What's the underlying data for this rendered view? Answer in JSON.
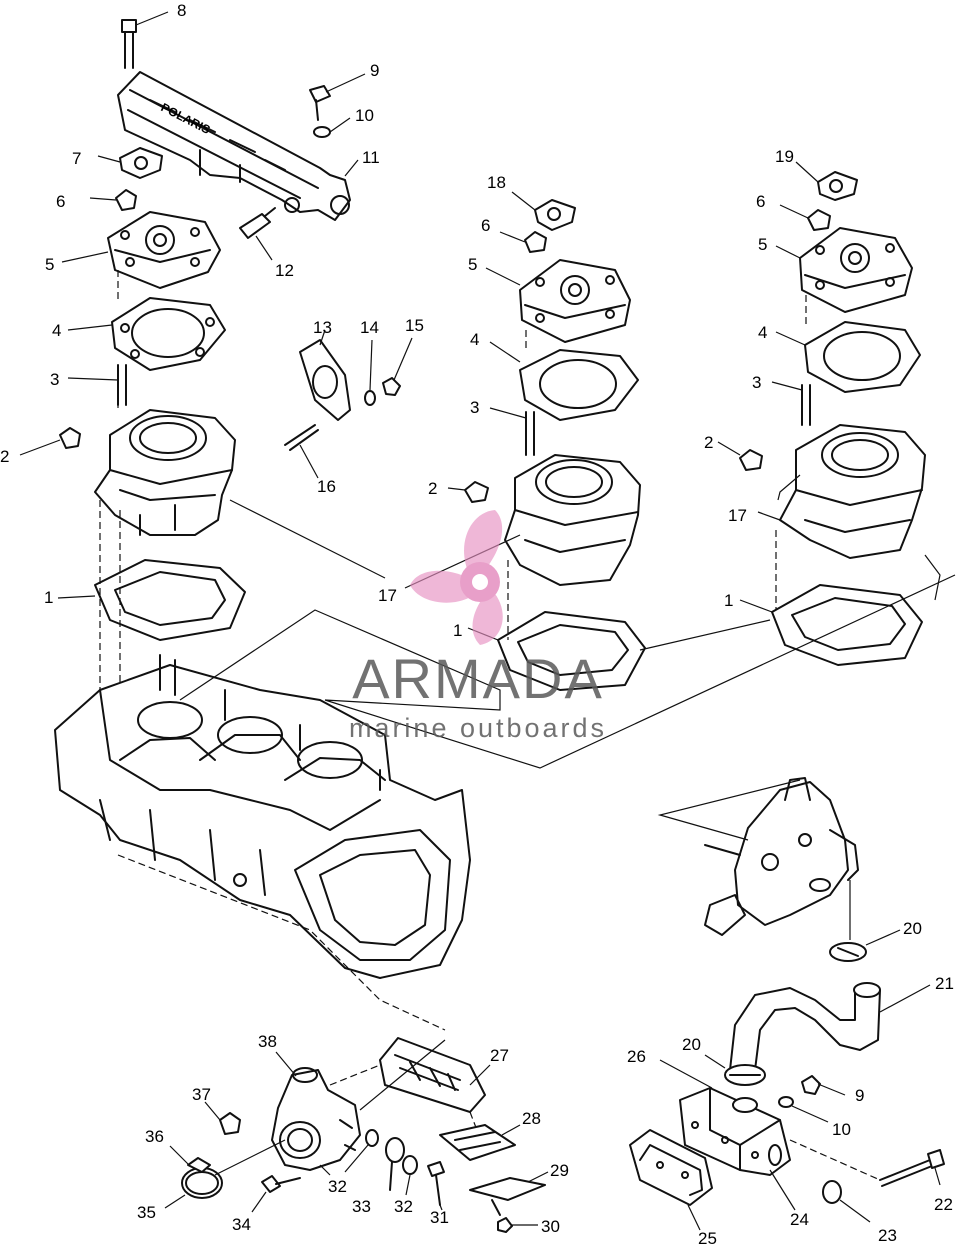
{
  "callouts": [
    "8",
    "9",
    "10",
    "7",
    "11",
    "6",
    "5",
    "12",
    "4",
    "13",
    "14",
    "15",
    "3",
    "2",
    "16",
    "1",
    "18",
    "6",
    "5",
    "4",
    "3",
    "2",
    "17",
    "1",
    "19",
    "6",
    "5",
    "4",
    "3",
    "2",
    "17",
    "1",
    "17",
    "20",
    "21",
    "26",
    "20",
    "9",
    "10",
    "38",
    "27",
    "37",
    "28",
    "36",
    "32",
    "33",
    "32",
    "29",
    "35",
    "34",
    "31",
    "30",
    "25",
    "24",
    "23",
    "22"
  ],
  "watermark": {
    "brand": "ARMADA",
    "tagline": "marine outboards"
  },
  "colors": {
    "line": "#111111",
    "watermark_logo": "#e58fc0",
    "watermark_text": "#5a5a5a"
  }
}
